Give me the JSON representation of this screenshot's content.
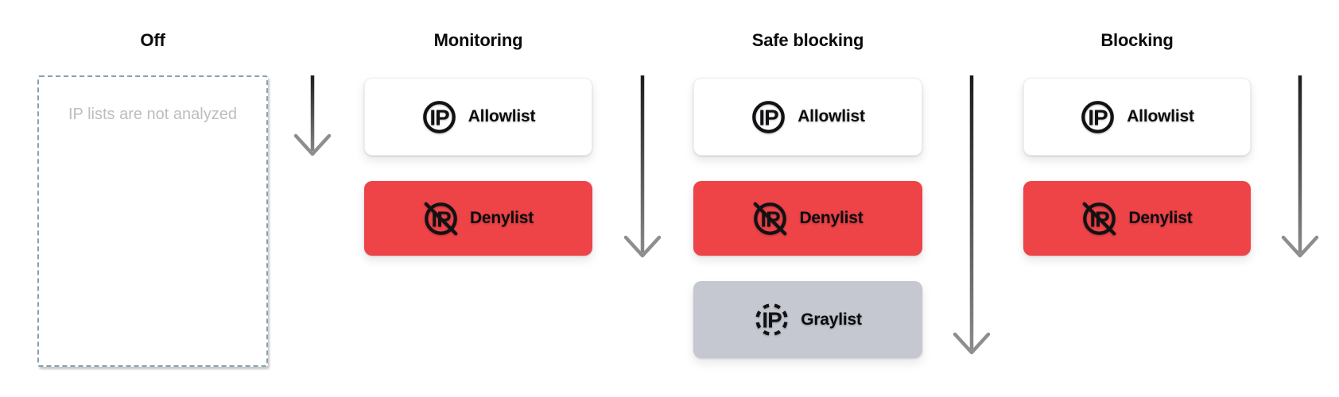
{
  "diagram": {
    "columns": [
      {
        "title": "Off",
        "empty_text": "IP lists are not analyzed",
        "cards": []
      },
      {
        "title": "Monitoring",
        "cards": [
          {
            "label": "Allowlist",
            "icon": "ip-circle-icon",
            "variant": "allowlist"
          },
          {
            "label": "Denylist",
            "icon": "ip-crossed-icon",
            "variant": "denylist"
          }
        ]
      },
      {
        "title": "Safe blocking",
        "cards": [
          {
            "label": "Allowlist",
            "icon": "ip-circle-icon",
            "variant": "allowlist"
          },
          {
            "label": "Denylist",
            "icon": "ip-crossed-icon",
            "variant": "denylist"
          },
          {
            "label": "Graylist",
            "icon": "ip-dashed-icon",
            "variant": "graylist"
          }
        ]
      },
      {
        "title": "Blocking",
        "cards": [
          {
            "label": "Allowlist",
            "icon": "ip-circle-icon",
            "variant": "allowlist"
          },
          {
            "label": "Denylist",
            "icon": "ip-crossed-icon",
            "variant": "denylist"
          }
        ]
      }
    ],
    "arrows": [
      {
        "between": "off-and-monitoring",
        "length": "short"
      },
      {
        "between": "monitoring-and-safe-blocking",
        "length": "medium"
      },
      {
        "between": "safe-blocking-and-blocking",
        "length": "long"
      },
      {
        "between": "after-blocking",
        "length": "medium"
      }
    ],
    "colors": {
      "allowlist_bg": "#ffffff",
      "denylist_bg": "#ee4347",
      "graylist_bg": "#c5c8d0",
      "empty_box_border": "#87a1b0",
      "empty_text": "#bcbdc0",
      "arrow_top": "#1a1a1a",
      "arrow_bottom": "#8e8e8e",
      "label_text": "#0c0c0e"
    }
  }
}
